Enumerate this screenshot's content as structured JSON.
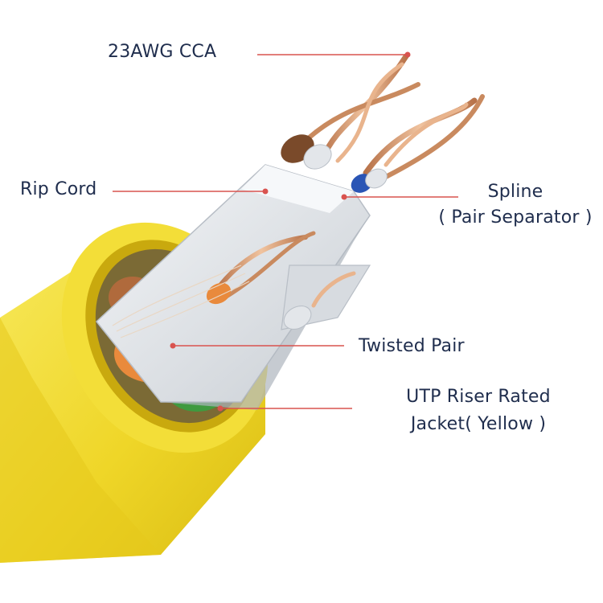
{
  "callouts": {
    "conductor": "23AWG CCA",
    "rip_cord": "Rip Cord",
    "spline": "Spline",
    "spline_sub": "( Pair Separator )",
    "twisted_pair": "Twisted Pair",
    "jacket_line1": "UTP Riser Rated",
    "jacket_line2": "Jacket( Yellow )"
  },
  "colors": {
    "jacket": "#f2dc2c",
    "leader_line": "#d9534f",
    "label_text": "#1f2d4d",
    "copper": "#d9a079",
    "spline": "#e3e6ea",
    "pair_orange": "#e98a3c",
    "pair_green": "#3f9a3f",
    "pair_brown": "#7a4a2a",
    "pair_blue": "#2a55b5"
  }
}
